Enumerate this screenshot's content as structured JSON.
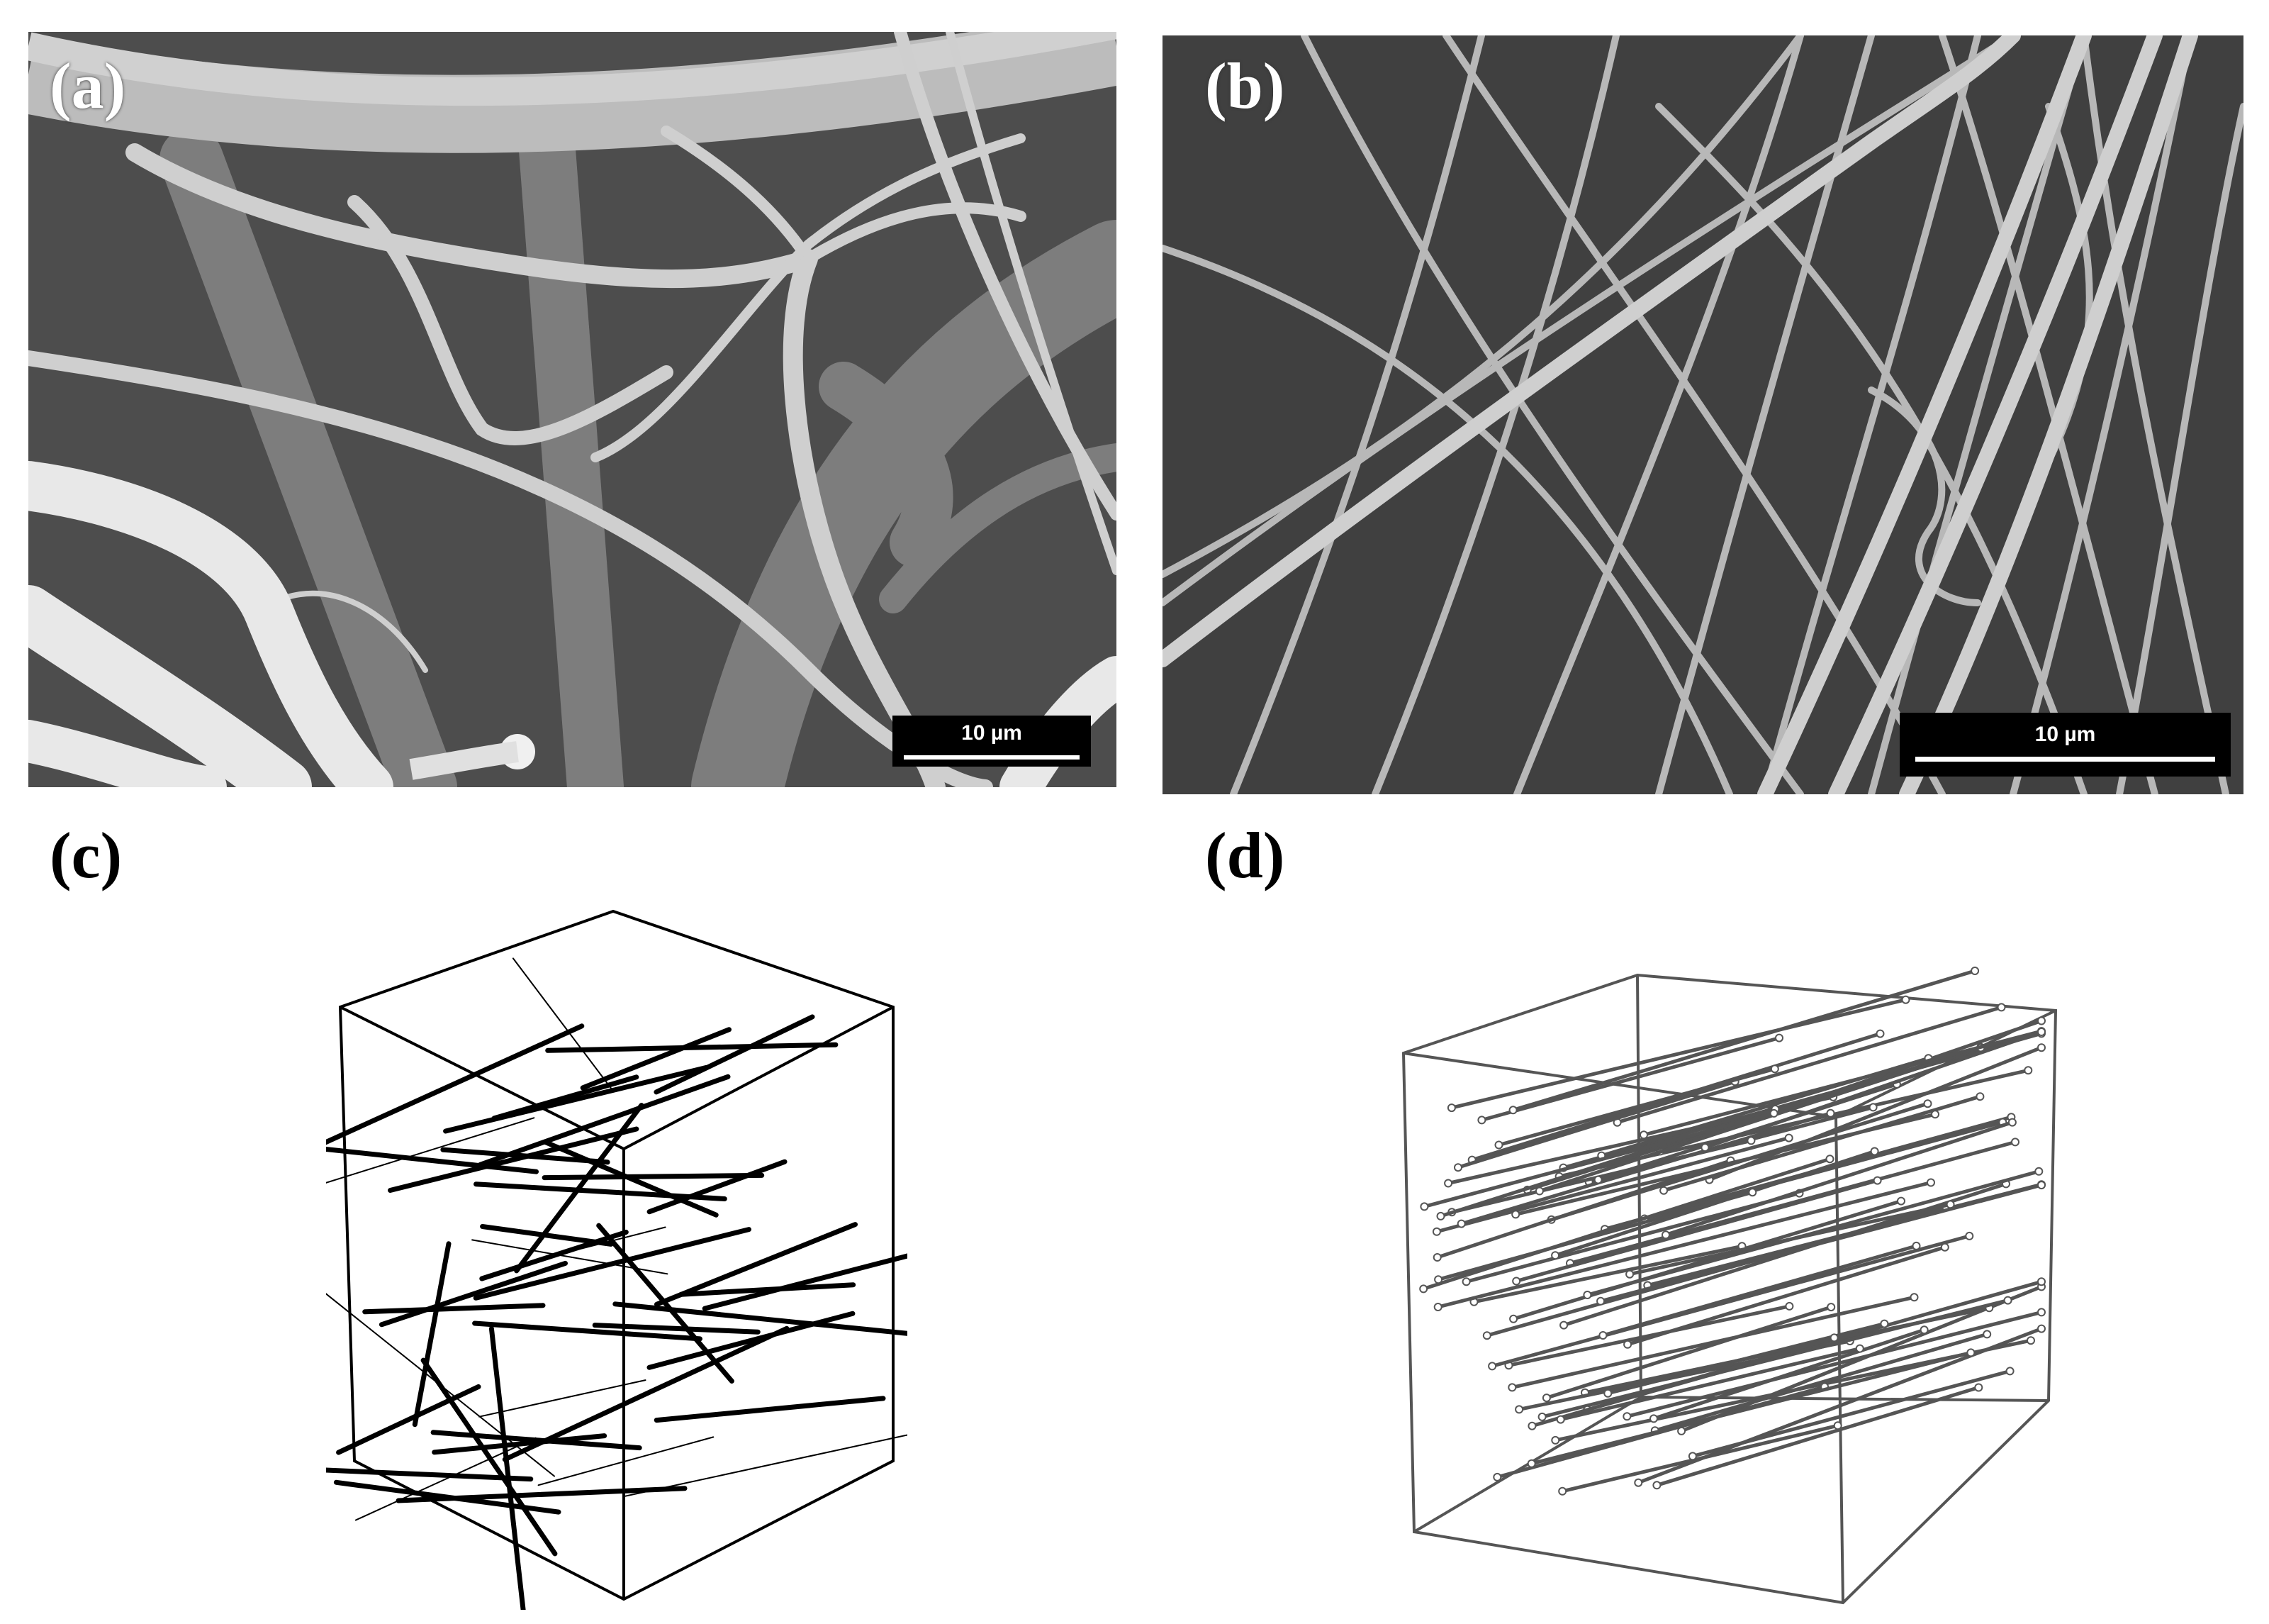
{
  "panels": {
    "a": {
      "label": "(a)",
      "scale_bar": "10 µm"
    },
    "b": {
      "label": "(b)",
      "scale_bar": "10 µm"
    },
    "c": {
      "label": "(c)"
    },
    "d": {
      "label": "(d)"
    }
  },
  "colors": {
    "sem_background": "#4a4a4a",
    "fiber_light": "#d8d8d8",
    "fiber_mid": "#a8a8a8",
    "model_c_stroke": "#000000",
    "model_d_stroke": "#555555"
  }
}
